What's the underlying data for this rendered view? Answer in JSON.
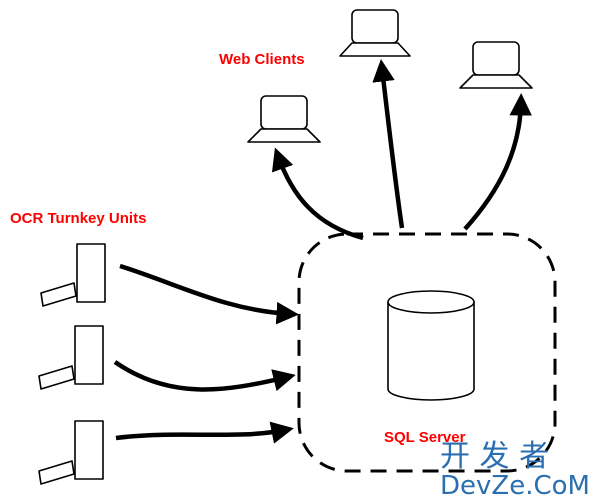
{
  "labels": {
    "web_clients": "Web Clients",
    "ocr_units": "OCR Turnkey Units",
    "sql_server": "SQL Server"
  },
  "watermark": {
    "chinese": "开 发 者",
    "latin": "DevZe.CoM"
  },
  "colors": {
    "label": "#ff0000",
    "stroke": "#000000",
    "watermark": "#2b6fb0"
  }
}
